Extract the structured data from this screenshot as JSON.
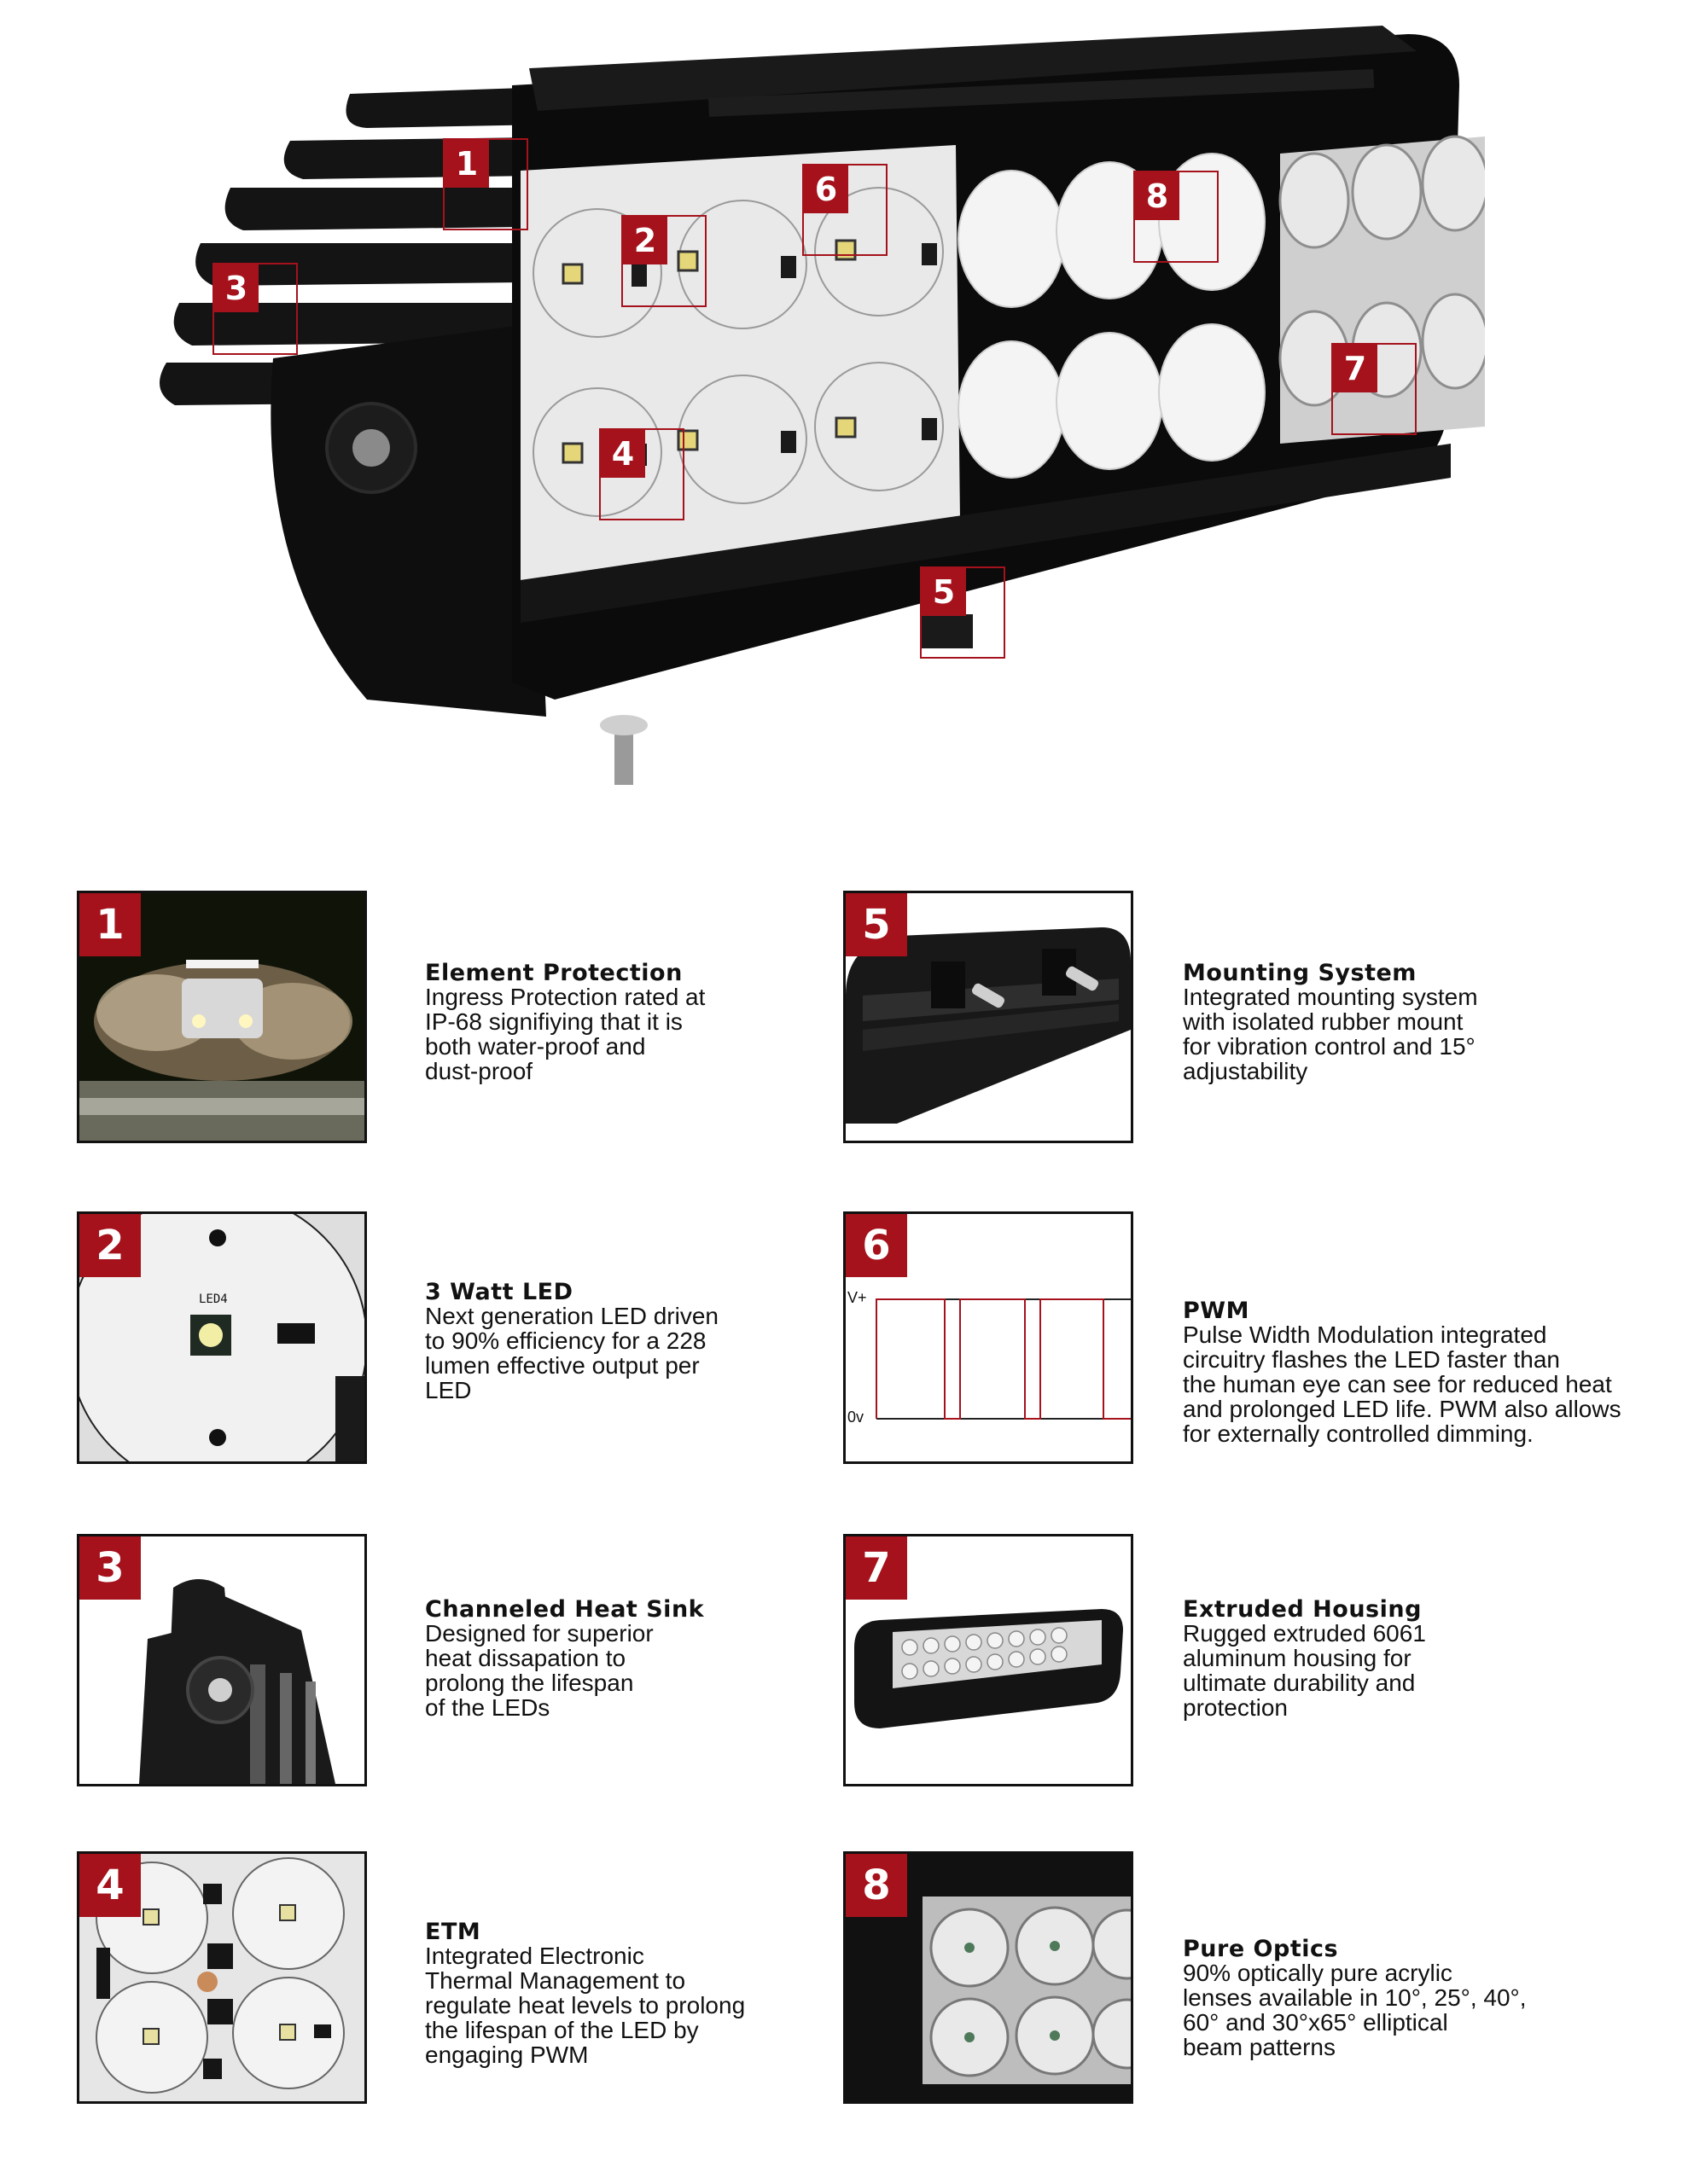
{
  "hero": {
    "callouts": [
      {
        "num": "1"
      },
      {
        "num": "2"
      },
      {
        "num": "3"
      },
      {
        "num": "4"
      },
      {
        "num": "5"
      },
      {
        "num": "6"
      },
      {
        "num": "7"
      },
      {
        "num": "8"
      }
    ]
  },
  "features": [
    {
      "num": "1",
      "title": "Element Protection",
      "desc": "Ingress Protection rated at\nIP-68 signifiying that it is\nboth water-proof and\ndust-proof"
    },
    {
      "num": "2",
      "title": "3 Watt LED",
      "desc": "Next generation LED driven\nto 90% efficiency for a 228\nlumen effective output per\nLED",
      "image_label": "LED4"
    },
    {
      "num": "3",
      "title": "Channeled Heat Sink",
      "desc": "Designed for superior\nheat dissapation to\nprolong the lifespan\nof the LEDs"
    },
    {
      "num": "4",
      "title": "ETM",
      "desc": "Integrated Electronic\nThermal Management to\nregulate heat levels to prolong\nthe lifespan of the LED by\nengaging PWM"
    },
    {
      "num": "5",
      "title": "Mounting System",
      "desc": "Integrated mounting system\nwith isolated rubber mount\nfor vibration control and 15°\nadjustability"
    },
    {
      "num": "6",
      "title": "PWM",
      "desc": "Pulse Width Modulation integrated\ncircuitry flashes the LED faster than\nthe human eye can see for reduced heat\nand prolonged LED life. PWM also allows\nfor externally controlled dimming.",
      "graph": {
        "high_label": "V+",
        "low_label": "0v"
      }
    },
    {
      "num": "7",
      "title": "Extruded Housing",
      "desc": "Rugged extruded 6061\naluminum housing for\nultimate durability and\nprotection"
    },
    {
      "num": "8",
      "title": "Pure Optics",
      "desc": "90% optically pure acrylic\nlenses available in 10°, 25°, 40°,\n60° and 30°x65° elliptical\nbeam patterns"
    }
  ],
  "colors": {
    "accent": "#a5121c",
    "housing": "#111111",
    "board": "#eeeeee"
  }
}
